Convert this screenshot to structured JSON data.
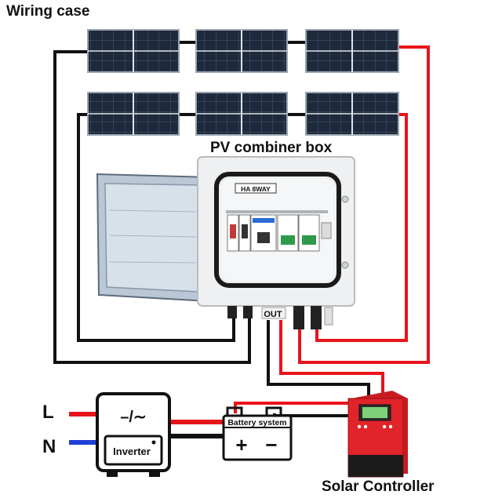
{
  "title": "Wiring case",
  "combiner_box": {
    "label": "PV combiner box",
    "model_plate": "HA 8WAY",
    "out_label": "OUT"
  },
  "solar_controller": {
    "label": "Solar Controller"
  },
  "battery": {
    "label": "Battery system",
    "plus": "+",
    "minus": "−"
  },
  "inverter": {
    "label": "Inverter",
    "symbol": "–/∼"
  },
  "ac_lines": {
    "l": "L",
    "n": "N"
  },
  "colors": {
    "positive_wire": "#e8141b",
    "negative_wire": "#111111",
    "neutral_wire": "#1f3fd6",
    "panel": "#1e2a3c",
    "controller_body": "#d91e24"
  }
}
